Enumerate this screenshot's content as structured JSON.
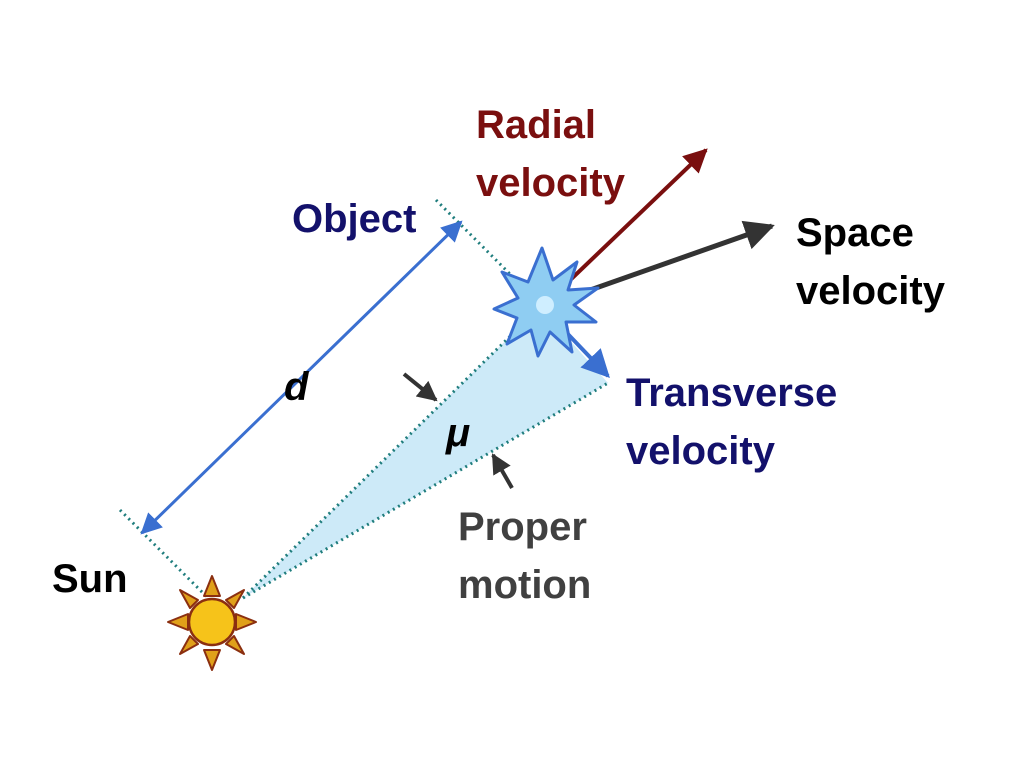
{
  "labels": {
    "radial_line1": "Radial",
    "radial_line2": "velocity",
    "space_line1": "Space",
    "space_line2": "velocity",
    "object": "Object",
    "distance": "d",
    "mu": "μ",
    "transverse_line1": "Transverse",
    "transverse_line2": "velocity",
    "proper_line1": "Proper",
    "proper_line2": "motion",
    "sun": "Sun"
  },
  "colors": {
    "radial": "#7a0f0f",
    "space": "#333333",
    "object_label": "#13116b",
    "transverse_label": "#13116b",
    "distance_arrow": "#3a6fd0",
    "transverse_arrow": "#3a6fd0",
    "dotted_lines": "#1f7d7d",
    "wedge_fill": "#cdeaf8",
    "sun_body": "#f6c31a",
    "sun_rays": "#e0a01a",
    "sun_outline": "#8b2f10",
    "star_fill": "#8fcdf2",
    "star_outline": "#3a6fd0",
    "proper_label": "#404040"
  },
  "icons": {
    "sun": "sun-icon",
    "object": "star-burst-icon"
  }
}
